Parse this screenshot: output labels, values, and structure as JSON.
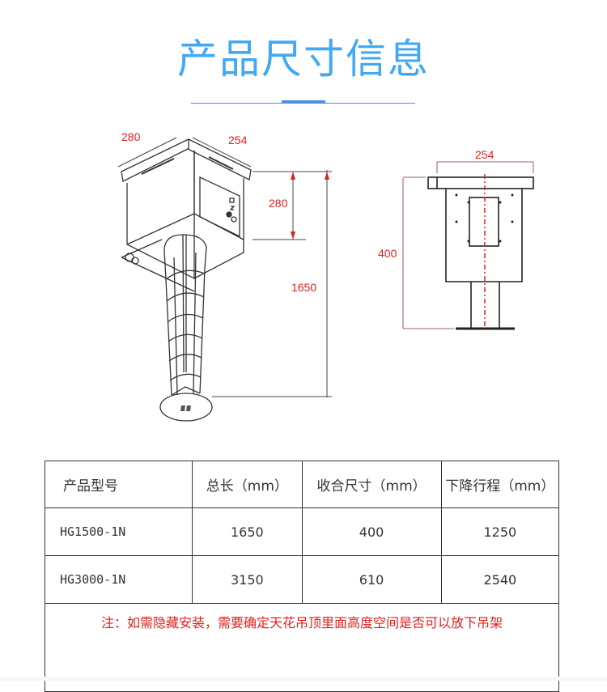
{
  "header": {
    "title": "产品尺寸信息",
    "accent_color": "#3fa9f5",
    "divider_color": "#4a90e2"
  },
  "drawing": {
    "iso_view": {
      "width_label": "280",
      "depth_label": "254",
      "box_height_label": "280",
      "total_length_label": "1650"
    },
    "front_view": {
      "width_label": "254",
      "height_label": "400"
    },
    "dimension_color": "#e0201c"
  },
  "spec_table": {
    "headers": [
      "产品型号",
      "总长（mm）",
      "收合尺寸（mm）",
      "下降行程（mm）"
    ],
    "rows": [
      [
        "HG1500-1N",
        "1650",
        "400",
        "1250"
      ],
      [
        "HG3000-1N",
        "3150",
        "610",
        "2540"
      ]
    ],
    "note": "注：如需隐藏安装，需要确定天花吊顶里面高度空间是否可以放下吊架"
  }
}
